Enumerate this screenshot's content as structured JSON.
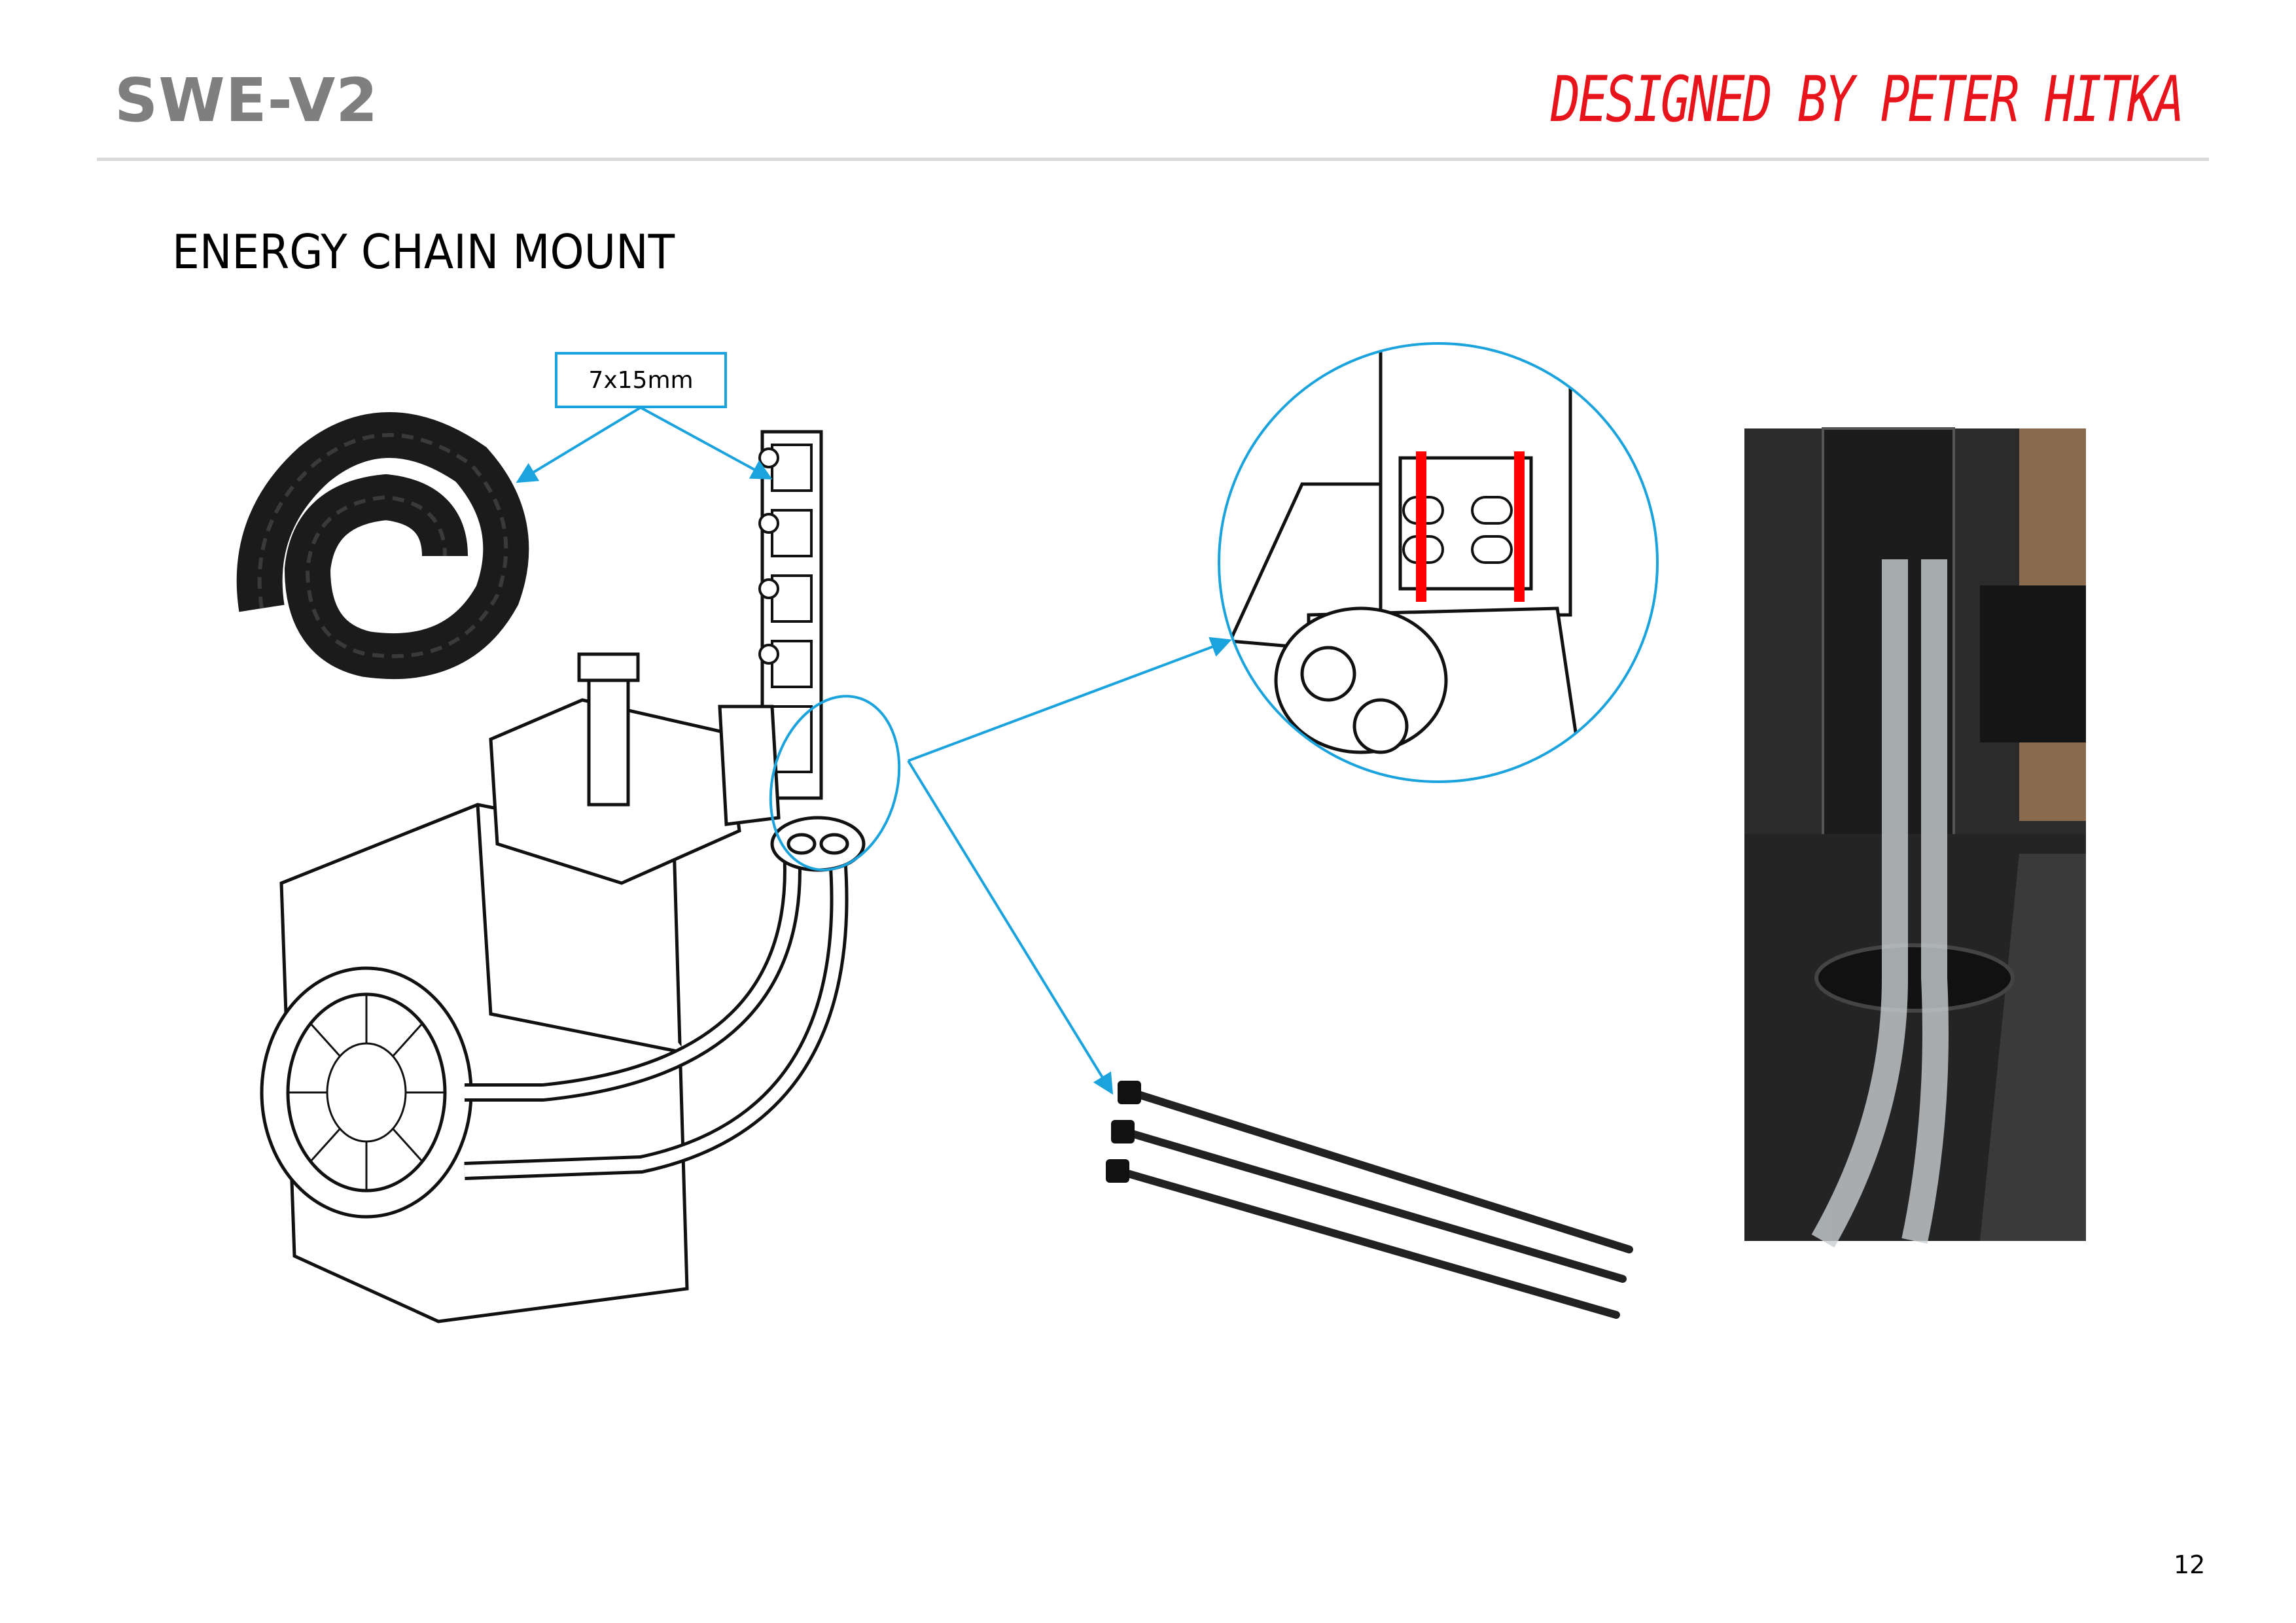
{
  "header": {
    "doc_code": "SWE-V2",
    "designer": "DESIGNED BY PETER HITKA"
  },
  "page": {
    "title": "ENERGY CHAIN MOUNT",
    "number": "12"
  },
  "callouts": {
    "chain_size": "7x15mm"
  },
  "colors": {
    "accent_blue": "#1aa3dc",
    "designer_red": "#e8141b",
    "header_gray": "#7f7f7f",
    "highlight_red": "#ff0000"
  }
}
